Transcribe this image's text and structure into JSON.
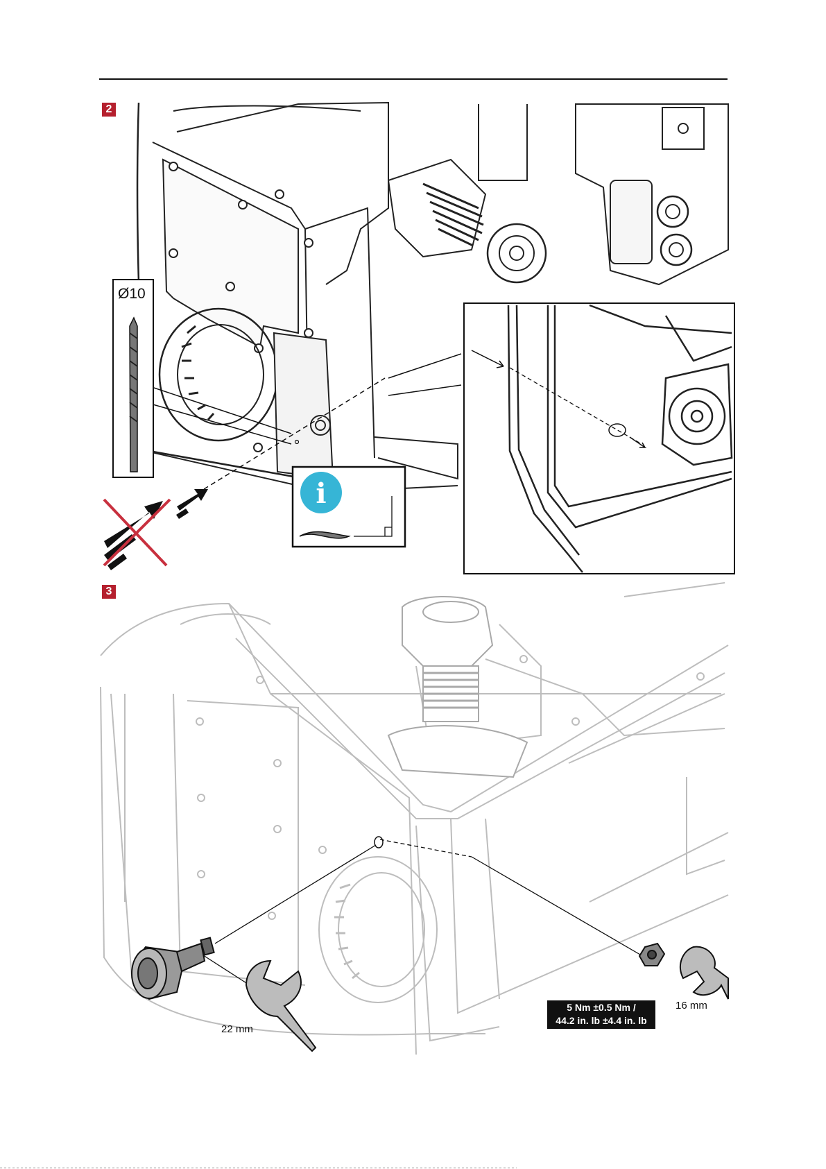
{
  "steps": [
    {
      "number": "2"
    },
    {
      "number": "3"
    }
  ],
  "drill": {
    "size_label": "Ø10"
  },
  "wrenches": {
    "large": "22 mm",
    "small": "16 mm"
  },
  "torque": {
    "line1": "5 Nm ±0.5 Nm /",
    "line2": "44.2 in. lb ±4.4 in. lb"
  },
  "info_icon": {
    "glyph": "i",
    "color": "#36b5d6"
  },
  "colors": {
    "step_badge": "#b5202e",
    "prohibited": "#c8303e"
  }
}
